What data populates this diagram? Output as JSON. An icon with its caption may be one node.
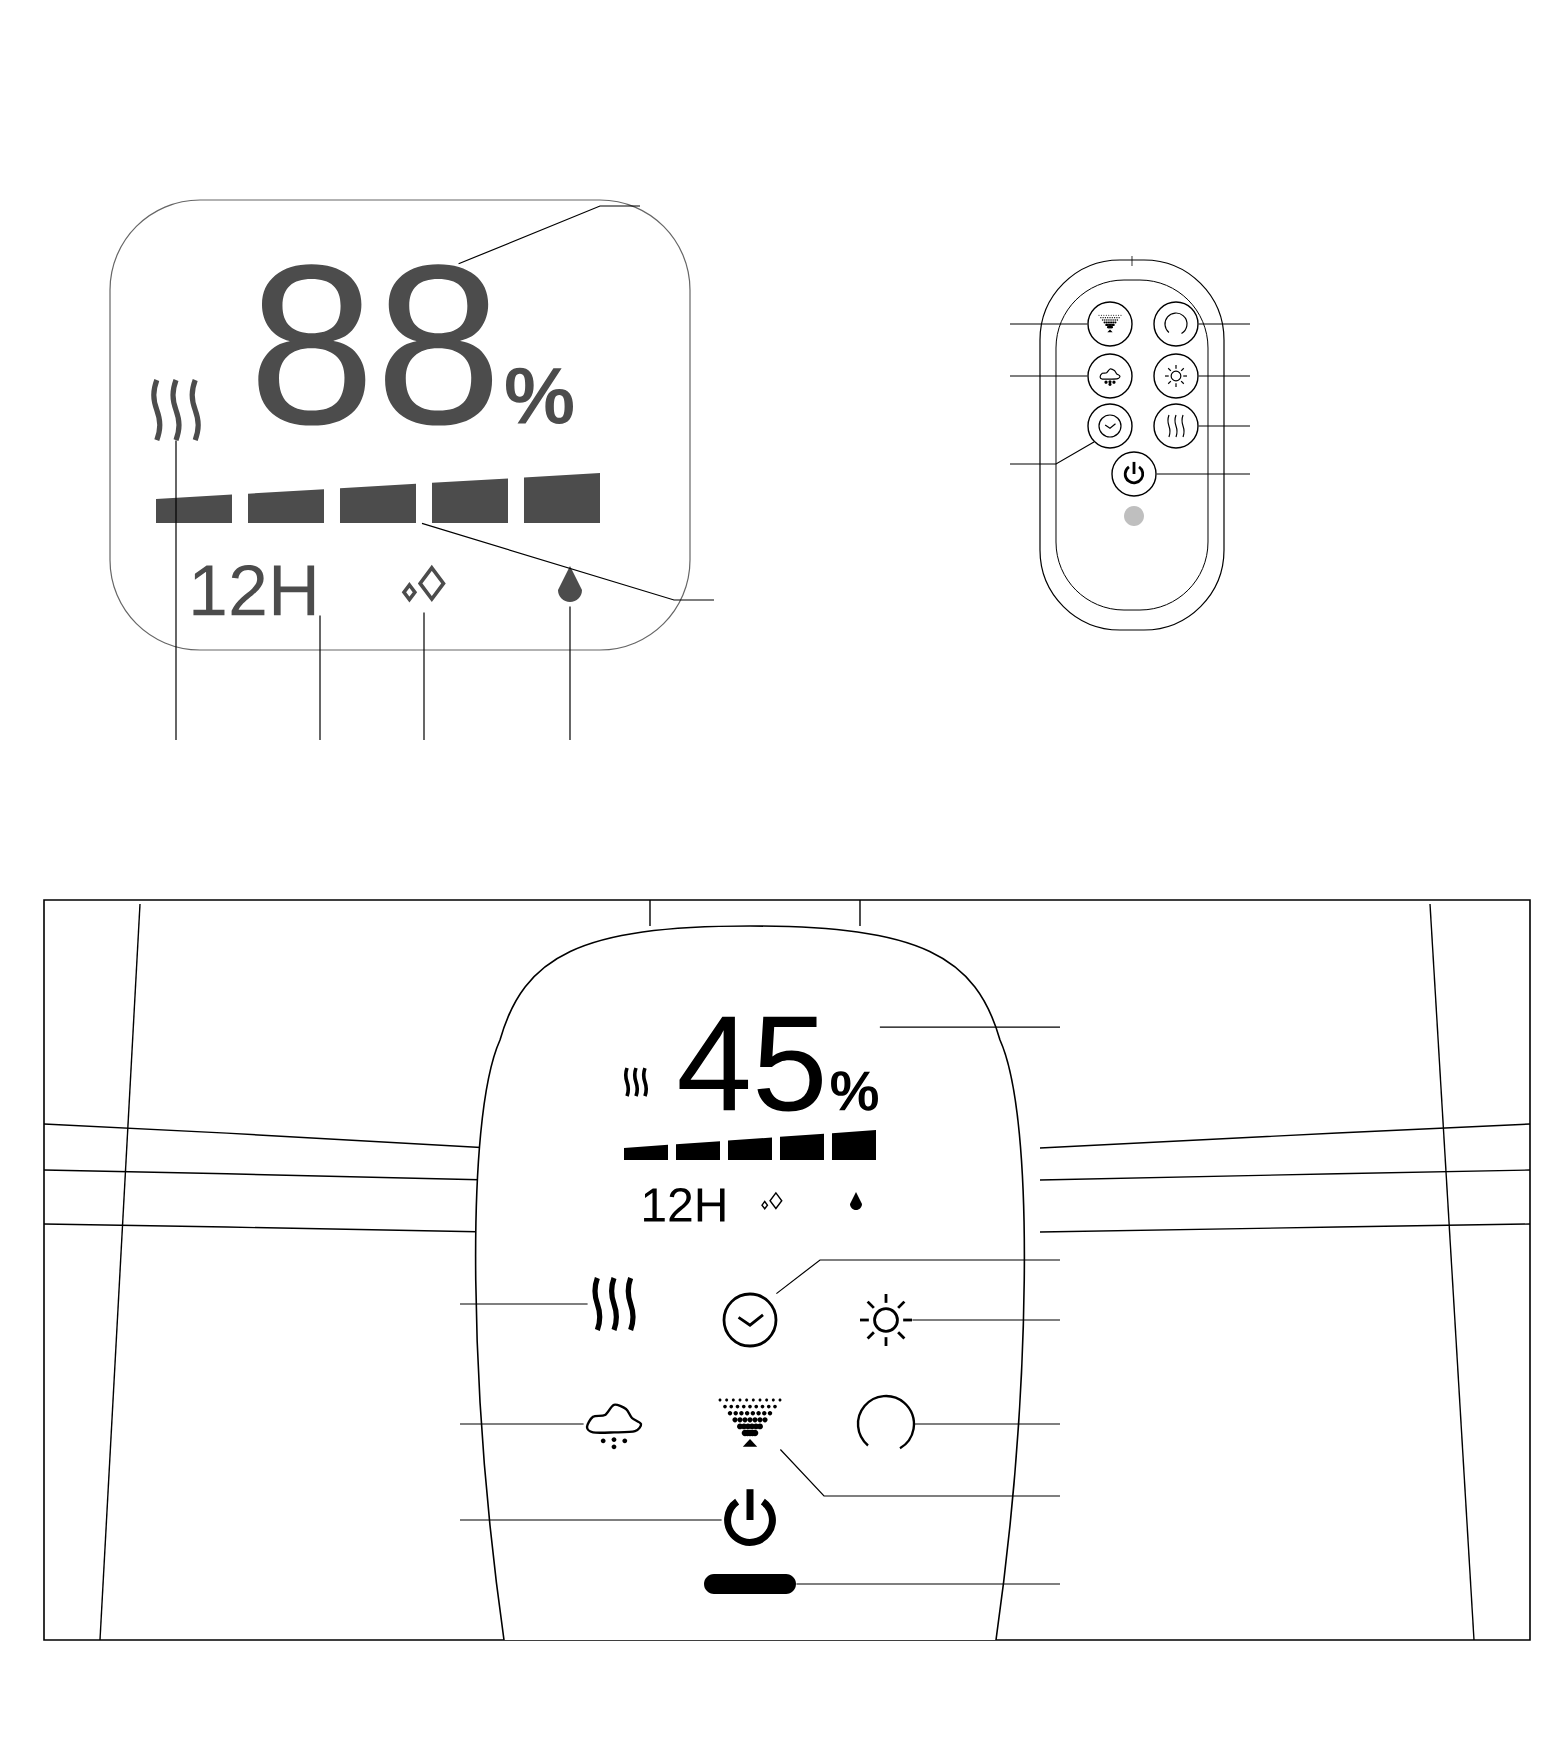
{
  "diagram": {
    "nodes": [
      {
        "text": [
          "88",
          "%"
        ]
      },
      {
        "text": [],
        "shape": "bar"
      },
      {
        "text": [],
        "shape": "icon"
      },
      {
        "text": [
          "12H"
        ]
      },
      {
        "text": [],
        "shape": "icon"
      },
      {
        "text": [],
        "shape": "icon"
      },
      {
        "text": [],
        "shape": "button"
      },
      {
        "text": [],
        "shape": "button"
      },
      {
        "text": [],
        "shape": "button"
      },
      {
        "text": [],
        "shape": "button"
      },
      {
        "text": [],
        "shape": "button"
      },
      {
        "text": [],
        "shape": "button"
      },
      {
        "text": [],
        "shape": "button"
      },
      {
        "text": [
          "45",
          "%"
        ]
      },
      {
        "text": [],
        "shape": "icon"
      },
      {
        "text": [],
        "shape": "icon"
      },
      {
        "text": [],
        "shape": "icon"
      },
      {
        "text": [],
        "shape": "icon"
      },
      {
        "text": [],
        "shape": "icon"
      },
      {
        "text": [],
        "shape": "icon"
      },
      {
        "text": [],
        "shape": "icon"
      },
      {
        "text": [],
        "shape": "bar"
      }
    ],
    "edges": [
      {
        "from": null,
        "to": 0,
        "arrow": "none"
      },
      {
        "from": null,
        "to": 1,
        "arrow": "none"
      },
      {
        "from": null,
        "to": 2,
        "arrow": "none"
      },
      {
        "from": null,
        "to": 3,
        "arrow": "none"
      },
      {
        "from": null,
        "to": 4,
        "arrow": "none"
      },
      {
        "from": null,
        "to": 5,
        "arrow": "none"
      },
      {
        "from": null,
        "to": 6,
        "arrow": "none"
      },
      {
        "from": null,
        "to": 7,
        "arrow": "none"
      },
      {
        "from": null,
        "to": 8,
        "arrow": "none"
      },
      {
        "from": null,
        "to": 9,
        "arrow": "none"
      },
      {
        "from": null,
        "to": 10,
        "arrow": "none"
      },
      {
        "from": null,
        "to": 11,
        "arrow": "none"
      },
      {
        "from": null,
        "to": 12,
        "arrow": "none"
      },
      {
        "from": null,
        "to": 13,
        "arrow": "none"
      },
      {
        "from": null,
        "to": 14,
        "arrow": "none"
      },
      {
        "from": null,
        "to": 15,
        "arrow": "none"
      },
      {
        "from": null,
        "to": 16,
        "arrow": "none"
      },
      {
        "from": null,
        "to": 17,
        "arrow": "none"
      },
      {
        "from": null,
        "to": 18,
        "arrow": "none"
      },
      {
        "from": null,
        "to": 19,
        "arrow": "none"
      },
      {
        "from": null,
        "to": 20,
        "arrow": "none"
      },
      {
        "from": null,
        "to": 21,
        "arrow": "none"
      }
    ],
    "labels": [
      "12H"
    ]
  }
}
